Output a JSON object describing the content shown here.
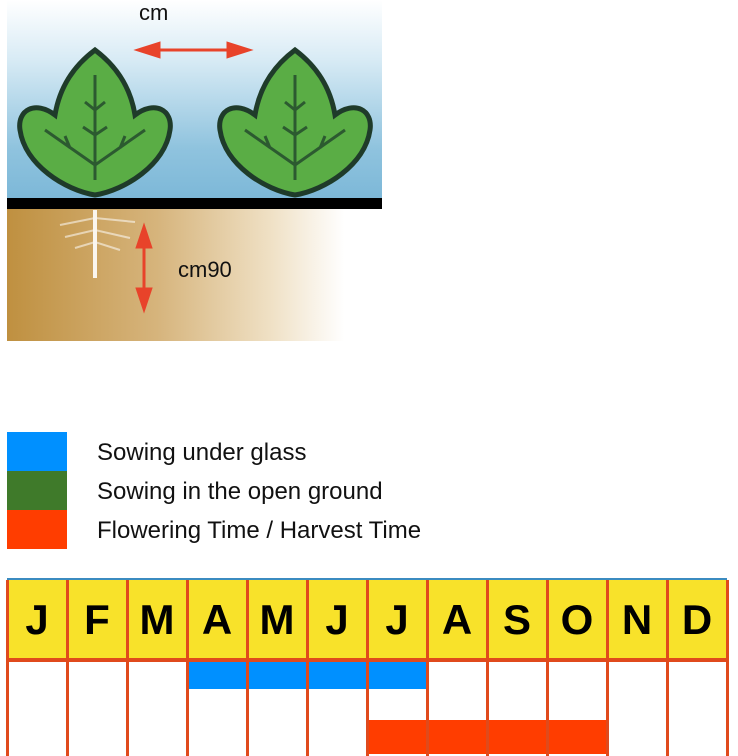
{
  "diagram": {
    "spacing_label": "cm",
    "depth_label": "cm90"
  },
  "legend": [
    {
      "label": "Sowing under glass",
      "color": "#0090ff"
    },
    {
      "label": "Sowing in the open ground",
      "color": "#3f7a2a"
    },
    {
      "label": "Flowering Time / Harvest Time",
      "color": "#ff3d00"
    }
  ],
  "calendar": {
    "months": [
      "J",
      "F",
      "M",
      "A",
      "M",
      "J",
      "J",
      "A",
      "S",
      "O",
      "N",
      "D"
    ],
    "sowing_under_glass": [
      4,
      5,
      6,
      7
    ],
    "sowing_open_ground": [],
    "flowering_harvest": [
      7,
      8,
      9,
      10
    ]
  }
}
